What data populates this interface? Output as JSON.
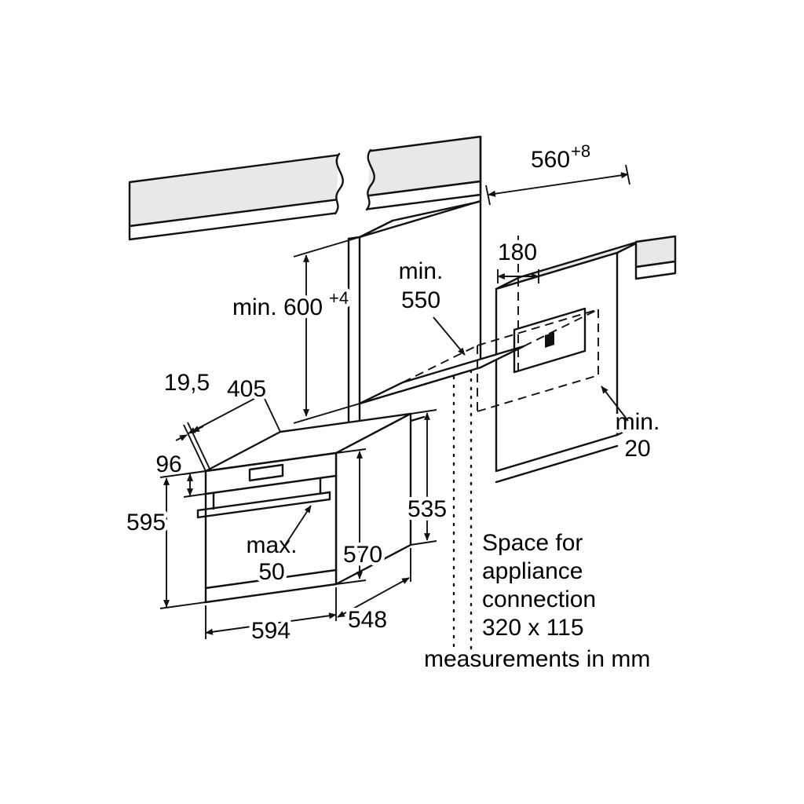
{
  "niche": {
    "width": "560",
    "width_tol": "+8",
    "height": "min. 600",
    "height_tol": "+4",
    "depth_l1": "min.",
    "depth_l2": "550",
    "connection_offset": "180",
    "rear_gap_l1": "min.",
    "rear_gap_l2": "20"
  },
  "oven": {
    "panel_offset": "19,5",
    "top_depth": "405",
    "panel_height": "96",
    "height": "595",
    "handle_l1": "max.",
    "handle_l2": "50",
    "door_height": "570",
    "rear_height": "535",
    "width": "594",
    "depth": "548"
  },
  "notes": {
    "space_l1": "Space for",
    "space_l2": "appliance",
    "space_l3": "connection",
    "space_l4": "320 x 115",
    "footer": "measurements in mm"
  },
  "colors": {
    "line": "#111111",
    "surface": "#e8e8e8",
    "background": "#ffffff"
  }
}
